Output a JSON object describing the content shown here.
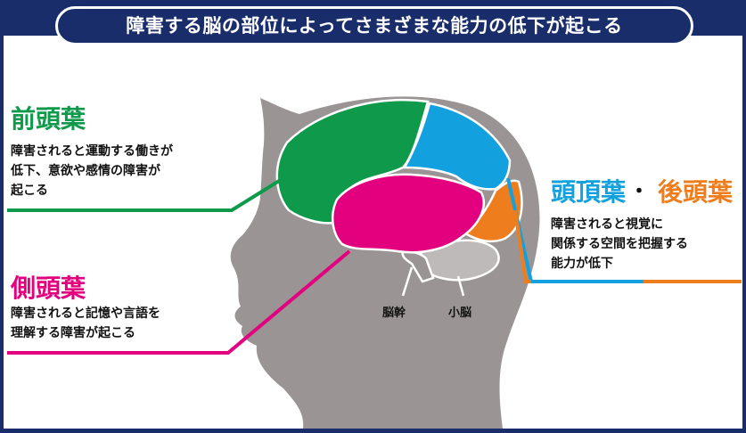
{
  "title": "障害する脳の部位によってさまざまな能力の低下が起こる",
  "frontal": {
    "heading": "前頭葉",
    "lines": [
      "障害されると運動する働きが",
      "低下、意欲や感情の障害が",
      "起こる"
    ]
  },
  "temporal": {
    "heading": "側頭葉",
    "lines": [
      "障害されると記憶や言語を",
      "理解する障害が起こる"
    ]
  },
  "parietal_occipital": {
    "heading_parietal": "頭頂葉",
    "separator": "・",
    "heading_occipital": "後頭葉",
    "lines": [
      "障害されると視覚に",
      "関係する空間を把握する",
      "能力が低下"
    ]
  },
  "brainstem_label": "脳幹",
  "cerebellum_label": "小脳",
  "colors": {
    "navy": "#1a2d6b",
    "frontal": "#0e9a4a",
    "temporal": "#e3007f",
    "parietal": "#12a1de",
    "occipital": "#ee7e1d",
    "head": "#9a9594",
    "cerebellum": "#bdbab9"
  }
}
